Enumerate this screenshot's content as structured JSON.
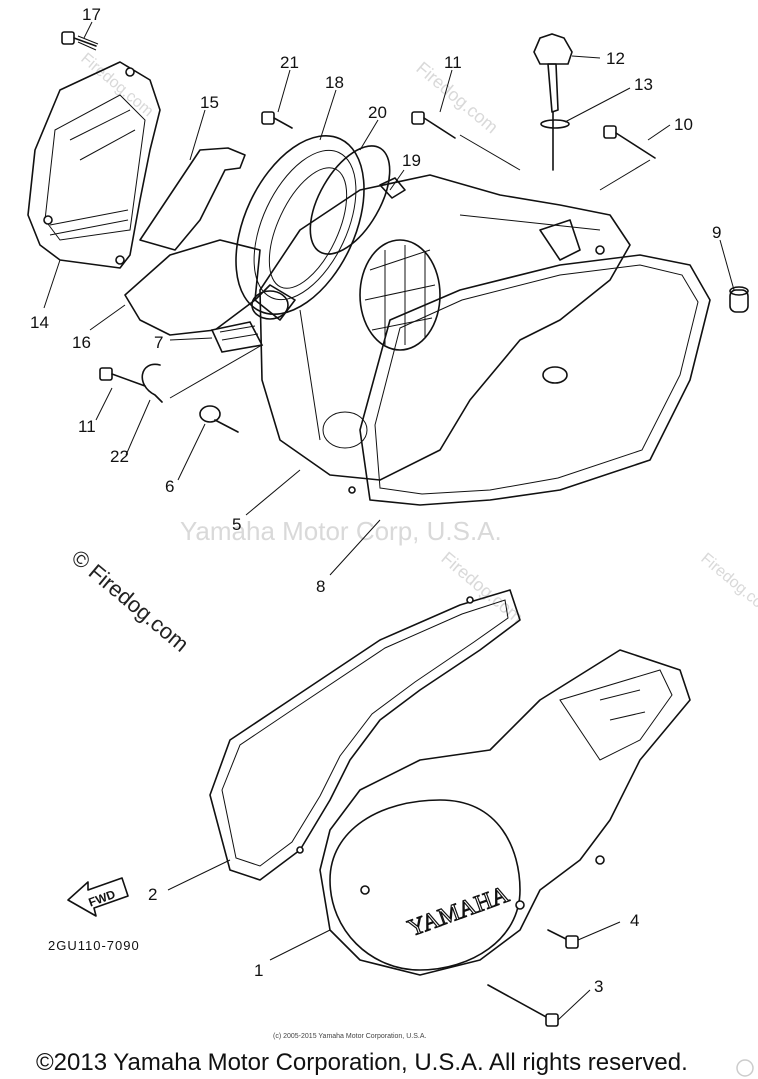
{
  "diagram": {
    "callouts": [
      "1",
      "2",
      "3",
      "4",
      "5",
      "6",
      "7",
      "8",
      "9",
      "10",
      "11",
      "11",
      "12",
      "13",
      "14",
      "15",
      "16",
      "17",
      "18",
      "19",
      "20",
      "21",
      "22"
    ],
    "part_code": "2GU110-7090",
    "fwd_label": "FWD",
    "brand_on_cover": "YAMAHA"
  },
  "watermarks": {
    "center": "Yamaha Motor Corp, U.S.A.",
    "firedog": "© Firedog.com",
    "firedog_short": "Firedog.com"
  },
  "footer": {
    "small_copyright": "(c) 2005-2015 Yamaha Motor Corporation, U.S.A.",
    "copyright": "©2013 Yamaha Motor Corporation, U.S.A. All rights reserved."
  }
}
